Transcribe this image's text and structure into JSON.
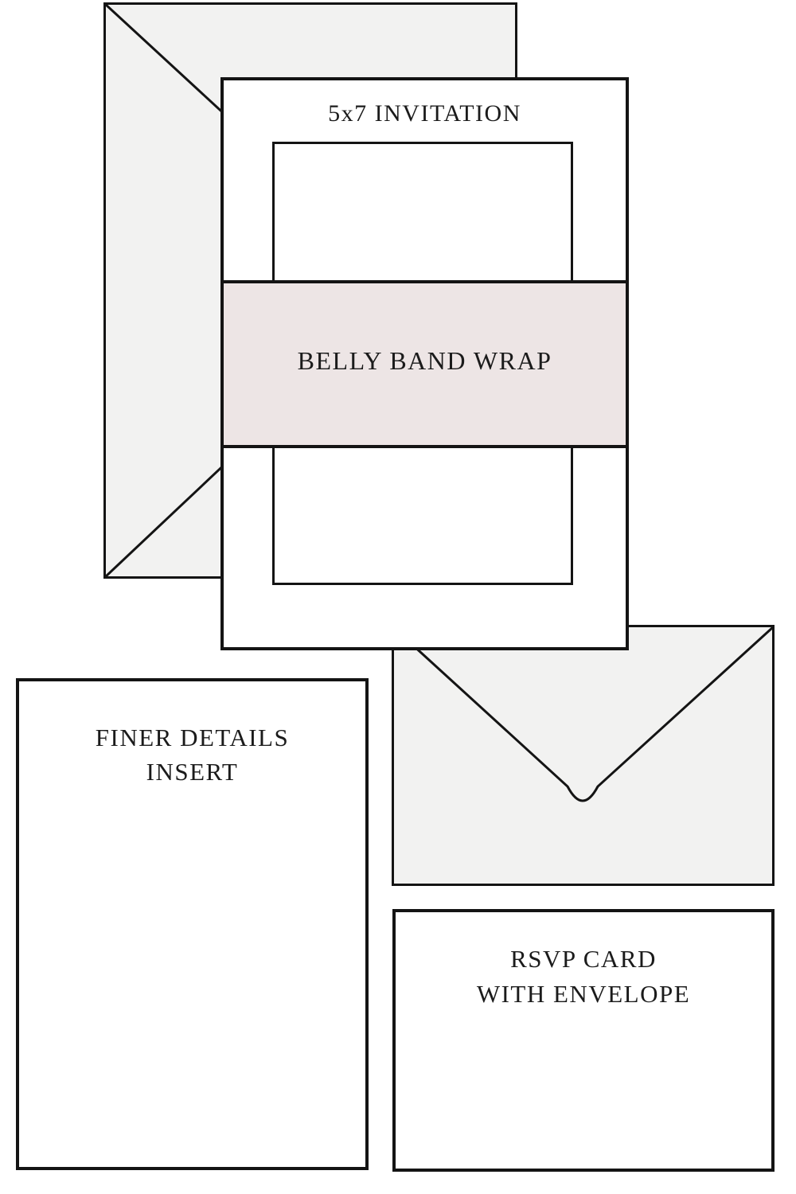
{
  "page": {
    "background": "#ffffff"
  },
  "colors": {
    "page_bg": "#ffffff",
    "outline": "#141414",
    "text": "#1b1b1b",
    "card_fill": "#ffffff",
    "envelope_fill": "#f2f2f1",
    "band_fill": "#ede5e5"
  },
  "invitation": {
    "label": "5x7 INVITATION"
  },
  "belly_band": {
    "label": "BELLY BAND WRAP"
  },
  "finer_details": {
    "line1": "FINER DETAILS",
    "line2": "INSERT"
  },
  "rsvp_card": {
    "line1": "RSVP CARD",
    "line2": "WITH ENVELOPE"
  },
  "icons": {
    "left_envelope": "envelope-back-icon",
    "right_envelope": "envelope-flap-icon"
  }
}
